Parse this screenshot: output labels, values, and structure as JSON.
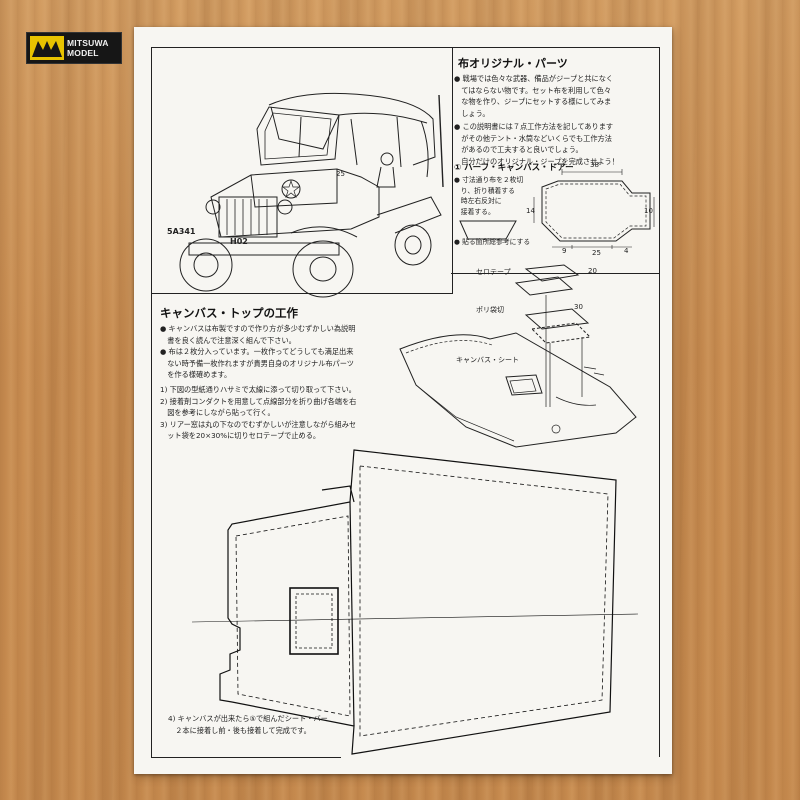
{
  "brand": {
    "logo_line1": "MITSUWA",
    "logo_line2": "MODEL"
  },
  "fabric_section": {
    "title": "布オリジナル・パーツ",
    "paragraph1": "● 戦場では色々な武器、備品がジープと共になく\n　てはならない物です。セット布を利用して色々\n　な物を作り、ジープにセットする様にしてみま\n　しょう。",
    "paragraph2": "● この説明書には７点工作方法を記してあります\n　がその他テント・水筒などいくらでも工作方法\n　があるので工夫すると良いでしょう。\n　自分だけのオリジナル・ジープを完成させよう！"
  },
  "half_door": {
    "title": "① ハーフ・キャンバス・ドアー",
    "note": "● 寸法通り布を２枚切\n　り、折り積着する\n　時左右反対に\n　接着する。",
    "footnote": "● 貼る箇所総参考にする",
    "dims": [
      "38",
      "14",
      "10",
      "9",
      "25",
      "4"
    ]
  },
  "jeep": {
    "plate_left": "5A341",
    "plate_right": "H02",
    "hood_number": "25"
  },
  "top_diagram": {
    "label_tape": "セロテープ",
    "label_bag": "ポリ袋切",
    "label_sheet": "キャンバス・シート",
    "dim_a": "20",
    "dim_b": "30"
  },
  "canvas_section": {
    "title": "キャンバス・トップの工作",
    "intro": "● キャンバスは布製ですので作り方が多少むずかしい為説明\n　書を良く読んで注意深く組んで下さい。\n● 布は２枚分入っています。一枚作ってどうしても満足出来\n　ない時予備一枚作れますが貴男自身のオリジナル布パーツ\n　を作る様確めます。",
    "steps": "1) 下図の型紙通りハサミで太線に添って切り取って下さい。\n2) 接着剤コンダクトを用意して点線部分を折り曲げ各端を右\n　図を参考にしながら貼って行く。\n3) リアー窓は丸の下なのでむずかしいが注意しながら組みセ\n　ット袋を20×30%に切りセロテープで止める。",
    "final": "4) キャンバスが出来たら⑤で組んだシート・バー\n　２本に接着し前・後も接着して完成です。"
  }
}
